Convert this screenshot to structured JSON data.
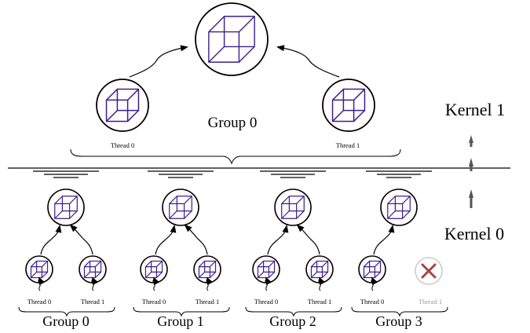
{
  "kernel_top": {
    "label": "Kernel 1",
    "group_label": "Group 0",
    "threads": [
      "Thread 0",
      "Thread 1"
    ]
  },
  "kernel_bottom": {
    "label": "Kernel 0",
    "groups": [
      {
        "label": "Group 0",
        "threads": [
          "Thread 0",
          "Thread 1"
        ],
        "second_thread_active": true
      },
      {
        "label": "Group 1",
        "threads": [
          "Thread 0",
          "Thread 1"
        ],
        "second_thread_active": true
      },
      {
        "label": "Group 2",
        "threads": [
          "Thread 0",
          "Thread 1"
        ],
        "second_thread_active": true
      },
      {
        "label": "Group 3",
        "threads": [
          "Thread 0",
          "Thread 1"
        ],
        "second_thread_active": false
      }
    ]
  },
  "colors": {
    "cube": "#3a1f8c",
    "disabled_x": "#a8443c",
    "disabled_text": "#9a9a9a",
    "arrow": "#555555"
  },
  "icons": {
    "cube": "cube-icon",
    "disabled": "x-mark-icon",
    "barrier": "barrier-icon",
    "upward": "up-arrow-icon"
  }
}
